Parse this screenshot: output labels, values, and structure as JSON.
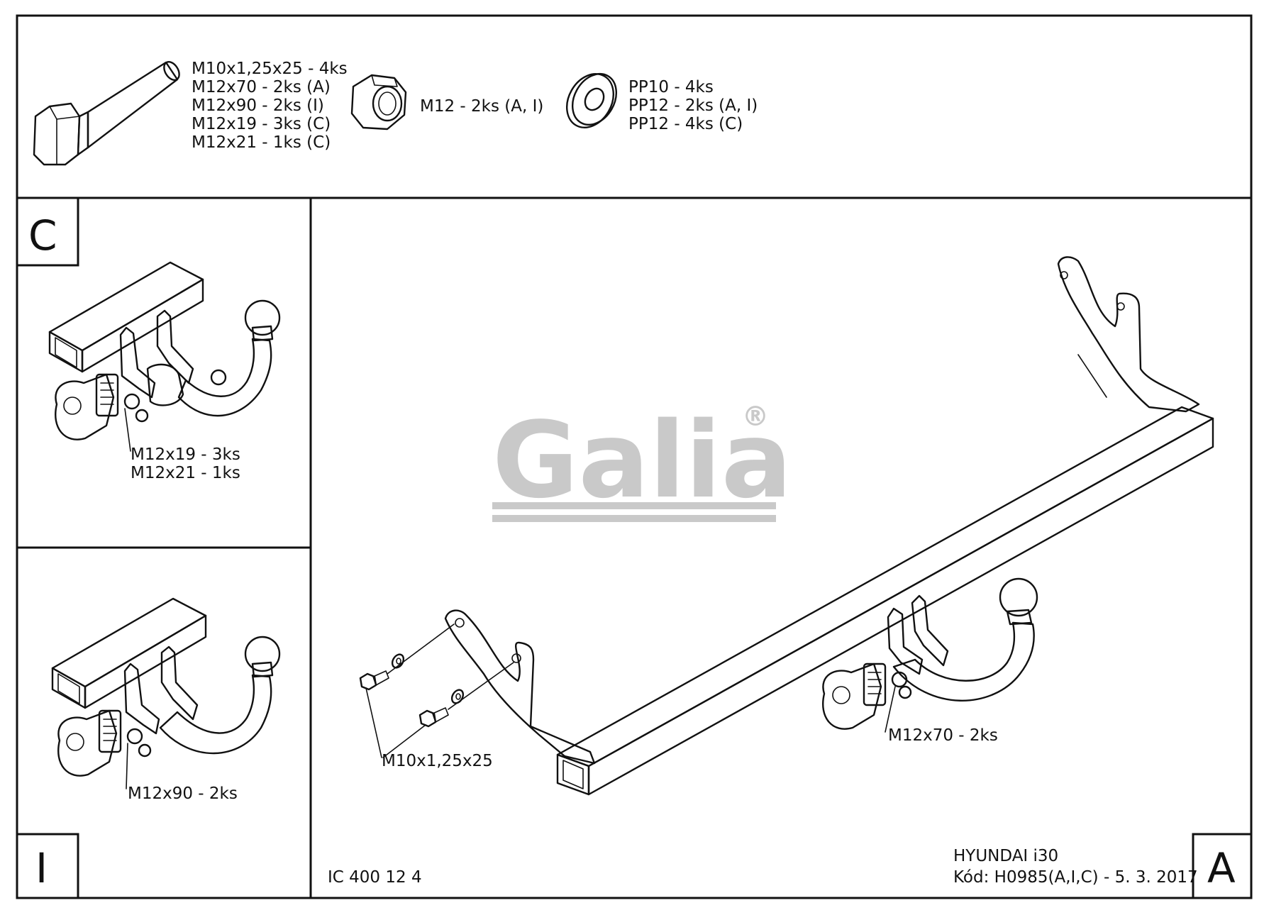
{
  "hardware": {
    "bolt_specs": [
      "M10x1,25x25 - 4ks",
      "M12x70 - 2ks (A)",
      "M12x90 - 2ks (I)",
      "M12x19 - 3ks (C)",
      "M12x21 - 1ks (C)"
    ],
    "nut_spec": "M12 - 2ks (A, I)",
    "washer_specs": [
      "PP10 - 4ks",
      "PP12 - 2ks (A, I)",
      "PP12 - 4ks (C)"
    ]
  },
  "panel_c": {
    "letter": "C",
    "callouts": [
      "M12x19 - 3ks",
      "M12x21 - 1ks"
    ]
  },
  "panel_i": {
    "letter": "I",
    "callout": "M12x90 - 2ks"
  },
  "panel_a": {
    "letter": "A",
    "callout_bolts": "M10x1,25x25",
    "callout_side": "M12x70 - 2ks"
  },
  "logo": {
    "text": "Galia",
    "mark": "®"
  },
  "footer": {
    "catalog_code": "IC 400 12 4",
    "vehicle": "HYUNDAI i30",
    "code_line": "Kód: H0985(A,I,C) - 5. 3. 2017"
  }
}
